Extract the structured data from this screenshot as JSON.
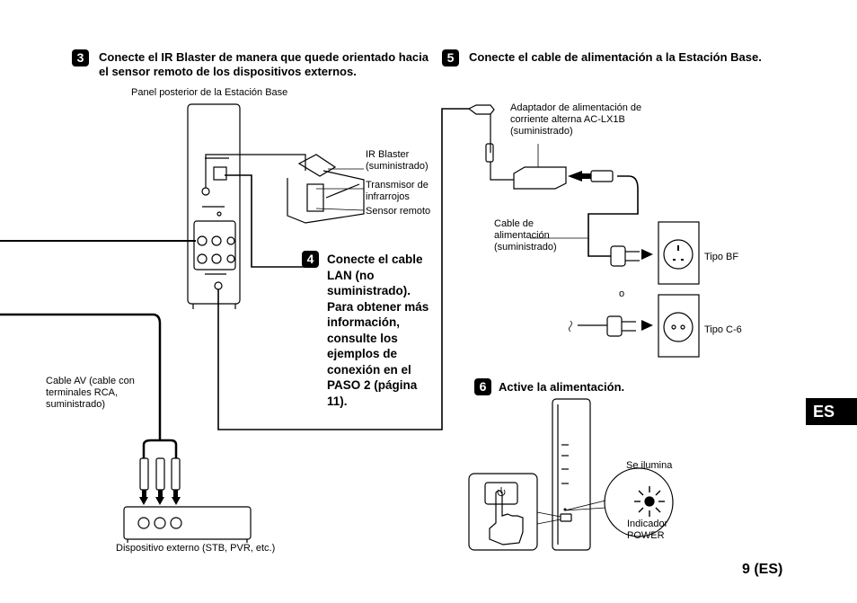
{
  "step3": {
    "number": "3",
    "title": "Conecte el IR Blaster de manera que quede orientado hacia el sensor remoto de los dispositivos externos.",
    "panel_label": "Panel posterior de la Estación Base",
    "ir_blaster_label": "IR Blaster (suministrado)",
    "transmisor_label": "Transmisor de infrarrojos",
    "sensor_label": "Sensor remoto"
  },
  "step4": {
    "number": "4",
    "title": "Conecte el cable LAN (no suministrado). Para obtener más información, consulte los ejemplos de conexión en el PASO 2 (página 11)."
  },
  "step5": {
    "number": "5",
    "title": "Conecte el cable de alimentación a la Estación Base.",
    "adapter_label": "Adaptador de alimentación de corriente alterna AC-LX1B (suministrado)",
    "cable_label": "Cable de alimentación (suministrado)",
    "tipo_bf": "Tipo BF",
    "or_label": "o",
    "tipo_c6": "Tipo C-6"
  },
  "step6": {
    "number": "6",
    "title": "Active la alimentación.",
    "lights_label": "Se ilumina",
    "indicator_label": "Indicador POWER"
  },
  "av_cable_label": "Cable AV (cable con terminales RCA, suministrado)",
  "external_device_label": "Dispositivo externo (STB, PVR, etc.)",
  "lang_tab": "ES",
  "page_number": "9 (ES)"
}
